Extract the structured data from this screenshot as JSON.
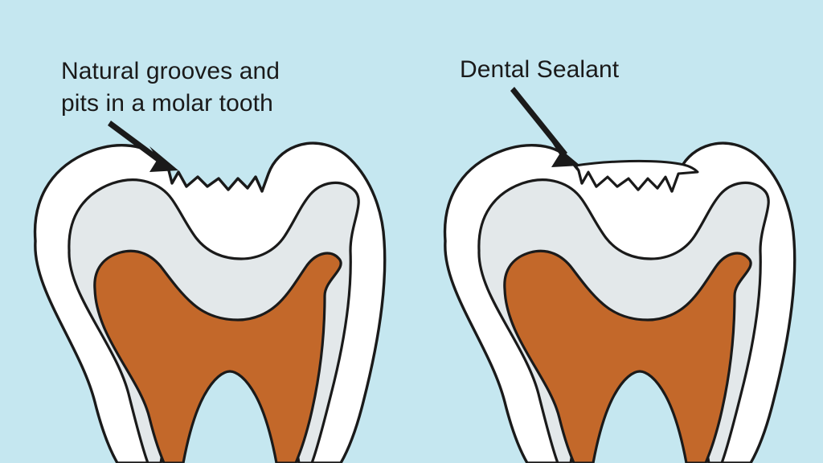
{
  "figure": {
    "kind": "dental-illustration",
    "title_visible": false,
    "background_color": "#C5E7F0"
  },
  "palette": {
    "background": "#C5E7F0",
    "enamel": "#FFFFFF",
    "dentin": "#E3E8EA",
    "pulp": "#C3682A",
    "outline": "#1A1A1A",
    "text": "#1A1A1A",
    "sealant": "#FFFFFF"
  },
  "labels": {
    "left": {
      "name": "natural-grooves-label",
      "line1": "Natural grooves and",
      "line2": "pits in a molar tooth",
      "full_text": "Natural grooves and pits in a molar tooth"
    },
    "right": {
      "name": "dental-sealant-label",
      "line1": "Dental Sealant",
      "full_text": "Dental Sealant"
    }
  },
  "arrows": [
    {
      "name": "arrow-to-grooves",
      "points_to": "occlusal grooves of left molar",
      "direction": "down-right"
    },
    {
      "name": "arrow-to-sealant",
      "points_to": "sealant layer on right molar",
      "direction": "down-right"
    }
  ],
  "teeth": [
    {
      "name": "molar-unsealed",
      "side": "left",
      "sealed": false,
      "layers": [
        "enamel",
        "dentin",
        "pulp"
      ],
      "feature": "open grooves and pits"
    },
    {
      "name": "molar-sealed",
      "side": "right",
      "sealed": true,
      "layers": [
        "enamel",
        "dentin",
        "pulp",
        "sealant"
      ],
      "feature": "grooves filled by dental sealant"
    }
  ]
}
